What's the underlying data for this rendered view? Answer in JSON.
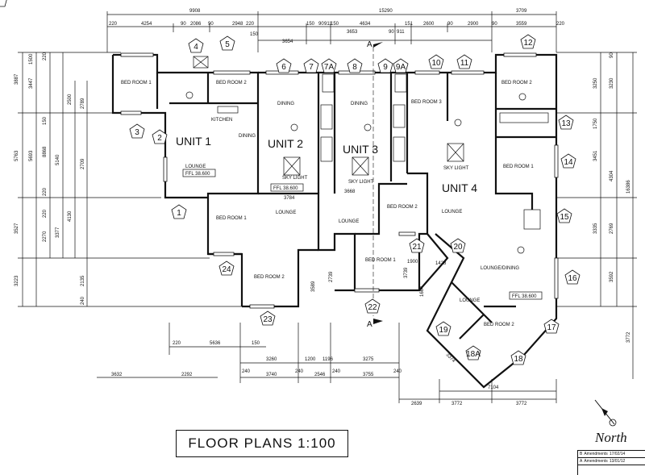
{
  "title": "FLOOR PLANS 1:100",
  "north_label": "North",
  "units": [
    "UNIT 1",
    "UNIT 2",
    "UNIT 3",
    "UNIT 4"
  ],
  "ffl": [
    "FFL 38.600",
    "FFL 38.600",
    "FFL 38.600"
  ],
  "section_marks": [
    "A",
    "A"
  ],
  "rooms": {
    "u1_bed1": "BED ROOM 1",
    "u1_bed2": "BED ROOM 2",
    "u1_kitchen": "KITCHEN",
    "u1_dining": "DINING",
    "u1_lounge": "LOUNGE",
    "u2_dining": "DINING",
    "u2_lounge": "LOUNGE",
    "u2_bed1": "BED ROOM 1",
    "u2_bed2": "BED ROOM 2",
    "u3_dining": "DINING",
    "u3_lounge": "LOUNGE",
    "u3_bed1": "BED ROOM 1",
    "u3_bed2": "BED ROOM 2",
    "u3_bed3": "BED ROOM 3",
    "u4_bed1": "BED ROOM 1",
    "u4_bed2": "BED ROOM 2",
    "u4_lounge": "LOUNGE",
    "u4_lounge_dining": "LOUNGE/DINING",
    "u4_lounge_small": "LOUNGE",
    "u4_bed2_lower": "BED ROOM 2"
  },
  "skylights": [
    "SKY LIGHT",
    "SKY LIGHT",
    "SKY LIGHT"
  ],
  "top_dims": [
    "9908",
    "15290",
    "3709",
    "220",
    "4254",
    "90",
    "2086",
    "90",
    "2948",
    "220",
    "150",
    "90",
    "911",
    "150",
    "4634",
    "151",
    "2600",
    "90",
    "2900",
    "90",
    "3559",
    "220",
    "3654",
    "150",
    "3653",
    "90",
    "911"
  ],
  "left_dims": [
    "3887",
    "1500",
    "3447",
    "220",
    "2789",
    "2500",
    "5763",
    "8868",
    "5693",
    "5140",
    "2709",
    "2270",
    "3377",
    "3527",
    "3223",
    "4130",
    "2135",
    "240",
    "220",
    "150",
    "220"
  ],
  "right_dims": [
    "3250",
    "90",
    "3230",
    "1750",
    "3451",
    "4304",
    "16386",
    "2769",
    "3335",
    "3592",
    "3772"
  ],
  "interior_dims": [
    "3784",
    "3668",
    "3739",
    "1900",
    "2739",
    "3589",
    "1664",
    "1428",
    "3374",
    "7104",
    "2639",
    "3772",
    "3772"
  ],
  "bottom_dims": [
    "220",
    "5636",
    "150",
    "3260",
    "1200",
    "1196",
    "3275",
    "3632",
    "2292",
    "240",
    "3740",
    "240",
    "2546",
    "240",
    "3755",
    "240"
  ],
  "callouts": [
    "2",
    "3",
    "4",
    "5",
    "6",
    "7",
    "7A",
    "8",
    "9",
    "9A",
    "10",
    "11",
    "12",
    "13",
    "14",
    "15",
    "16",
    "17",
    "18",
    "18A",
    "19",
    "20",
    "21",
    "22",
    "23",
    "24",
    "1"
  ],
  "revisions": [
    {
      "rev": "B",
      "note": "Amendments",
      "date": "17/02/14"
    },
    {
      "rev": "A",
      "note": "Amendments",
      "date": "13/01/12"
    }
  ]
}
